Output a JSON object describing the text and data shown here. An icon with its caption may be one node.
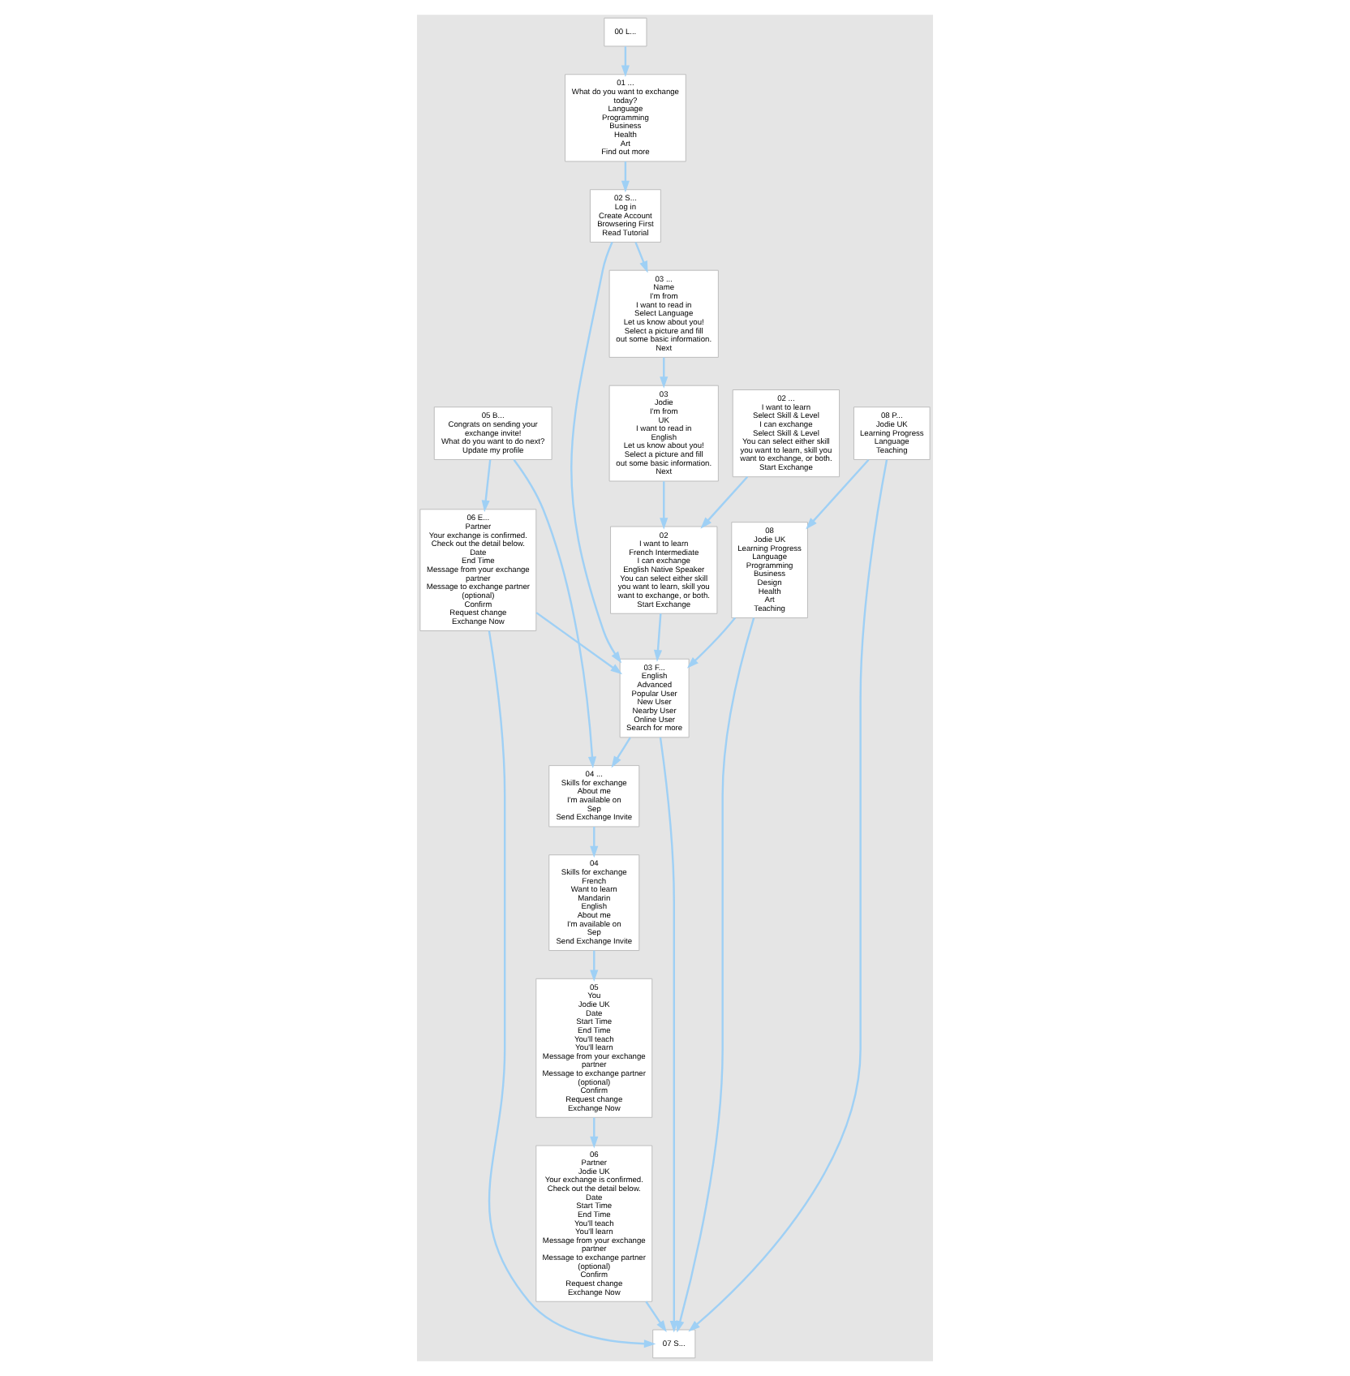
{
  "diagram": {
    "nodes": [
      {
        "text": [
          "00 L..."
        ]
      },
      {
        "text": [
          "01 ...",
          "What do you want to exchange today?",
          "Language",
          "Programming",
          "Business",
          "Health",
          "Art",
          "Find out more"
        ]
      },
      {
        "text": [
          "02 S...",
          "Log in",
          "Create Account",
          "Browsering First",
          "Read Tutorial"
        ]
      },
      {
        "text": [
          "03 ...",
          "Name",
          "I'm from",
          "I want to read in",
          "Select Language",
          "Let us know about you! Select a picture and fill out some basic information.",
          "Next"
        ]
      },
      {
        "text": [
          "02 ...",
          "I want to learn",
          "Select Skill & Level",
          "I can exchange",
          "Select Skill & Level",
          "You can select either skill you want to learn, skill you want to exchange, or both.",
          "Start Exchange"
        ]
      },
      {
        "text": [
          "03 F...",
          "English",
          "Advanced",
          "Popular User",
          "New User",
          "Nearby User",
          "Online User",
          "Search for more"
        ]
      },
      {
        "text": [
          "04 ...",
          "Skills for exchange",
          "About me",
          "I'm available on",
          "Sep",
          "Send Exchange Invite"
        ]
      },
      {
        "text": [
          "05 B...",
          "Congrats on sending your exchange invite!",
          "What do you want to do next?",
          "Update my profile"
        ]
      },
      {
        "text": [
          "06 E...",
          "Partner",
          "Your exchange is confirmed. Check out the detail below.",
          "Date",
          "End Time",
          "Message from your exchange partner",
          "Message to exchange partner (optional)",
          "Confirm",
          "Request change",
          "Exchange Now"
        ]
      },
      {
        "text": [
          "07 S..."
        ]
      },
      {
        "text": [
          "08 P...",
          "Jodie UK",
          "Learning Progress",
          "Language",
          "Teaching"
        ]
      },
      {
        "text": [
          "03",
          "Jodie",
          "I'm from",
          "UK",
          "I want to read in",
          "English",
          "Let us know about you! Select a picture and fill out some basic information.",
          "Next"
        ]
      },
      {
        "text": [
          "02",
          "I want to learn",
          "French Intermediate",
          "I can exchange",
          "English Native Speaker",
          "You can select either skill you want to learn, skill you want to exchange, or both.",
          "Start Exchange"
        ]
      },
      {
        "text": [
          "08",
          "Jodie UK",
          "Learning Progress",
          "Language",
          "Programming",
          "Business",
          "Design",
          "Health",
          "Art",
          "Teaching"
        ]
      },
      {
        "text": [
          "04",
          "Skills for exchange",
          "French",
          "Want to learn",
          "Mandarin",
          "English",
          "About me",
          "I'm available on",
          "Sep",
          "Send Exchange Invite"
        ]
      },
      {
        "text": [
          "05",
          "You",
          "Jodie UK",
          "Date",
          "Start Time",
          "End Time",
          "You'll teach",
          "You'll learn",
          "Message from your exchange partner",
          "Message to exchange partner (optional)",
          "Confirm",
          "Request change",
          "Exchange Now"
        ]
      },
      {
        "text": [
          "06",
          "Partner",
          "Jodie UK",
          "Your exchange is confirmed. Check out the detail below.",
          "Date",
          "Start Time",
          "End Time",
          "You'll teach",
          "You'll learn",
          "Message from your exchange partner",
          "Message to exchange partner (optional)",
          "Confirm",
          "Request change",
          "Exchange Now"
        ]
      }
    ],
    "edges": [
      {
        "from": 0,
        "to": 1,
        "arrow": "to"
      },
      {
        "from": 1,
        "to": 2,
        "arrow": "to"
      },
      {
        "from": 2,
        "to": 3,
        "arrow": "to"
      },
      {
        "from": 2,
        "to": 5,
        "arrow": "to"
      },
      {
        "from": 3,
        "to": 11,
        "arrow": "to"
      },
      {
        "from": 4,
        "to": 12,
        "arrow": "to"
      },
      {
        "from": 11,
        "to": 12,
        "arrow": "to"
      },
      {
        "from": 12,
        "to": 5,
        "arrow": "to"
      },
      {
        "from": 5,
        "to": 6,
        "arrow": "to"
      },
      {
        "from": 5,
        "to": 9,
        "arrow": "to"
      },
      {
        "from": 6,
        "to": 14,
        "arrow": "to"
      },
      {
        "from": 14,
        "to": 15,
        "arrow": "to"
      },
      {
        "from": 7,
        "to": 8,
        "arrow": "to"
      },
      {
        "from": 7,
        "to": 6,
        "arrow": "to"
      },
      {
        "from": 8,
        "to": 9,
        "arrow": "to"
      },
      {
        "from": 8,
        "to": 5,
        "arrow": "to"
      },
      {
        "from": 10,
        "to": 9,
        "arrow": "to"
      },
      {
        "from": 10,
        "to": 13,
        "arrow": "to"
      },
      {
        "from": 13,
        "to": 5,
        "arrow": "to"
      },
      {
        "from": 13,
        "to": 9,
        "arrow": "to"
      },
      {
        "from": 15,
        "to": 16,
        "arrow": "to"
      },
      {
        "from": 16,
        "to": 9,
        "arrow": "to"
      }
    ]
  }
}
